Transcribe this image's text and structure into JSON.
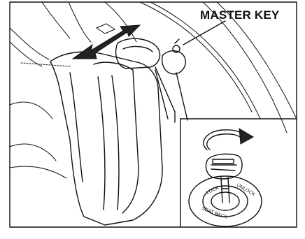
{
  "figure": {
    "callout_label": "MASTER KEY",
    "lock_dial_labels": [
      "LOCK",
      "UNLOCK",
      "SEAT BACK"
    ]
  },
  "colors": {
    "line": "#111111",
    "background": "#ffffff",
    "arrow_fill": "#222222"
  }
}
